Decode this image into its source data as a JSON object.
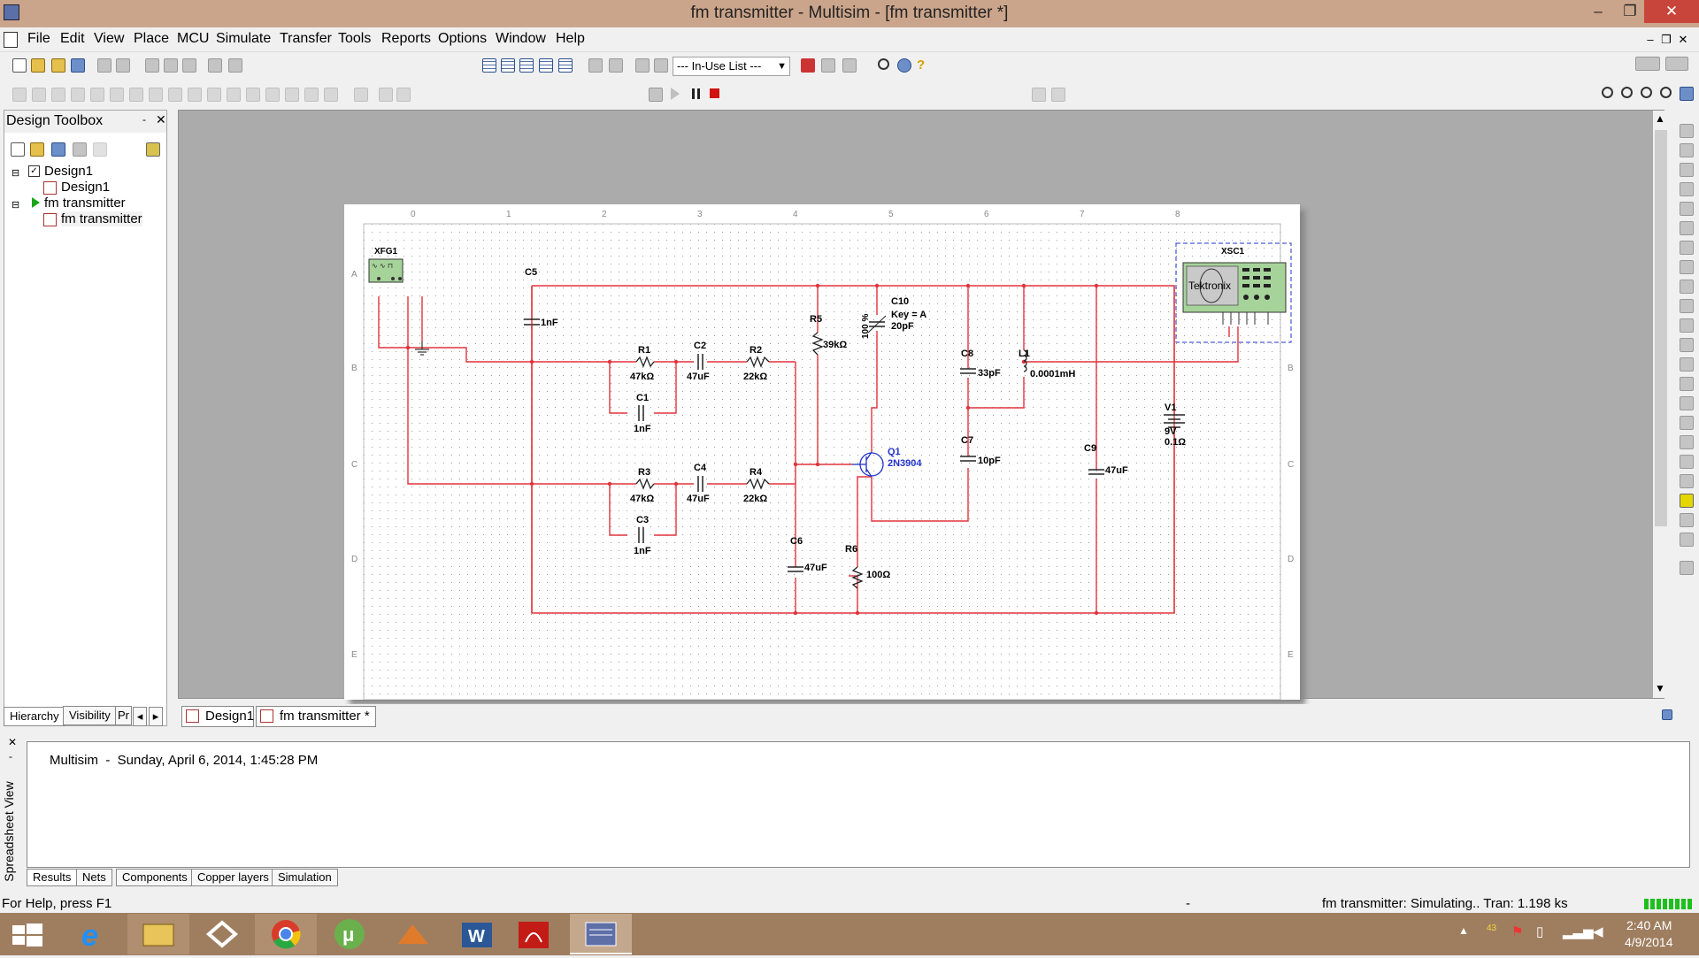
{
  "window": {
    "title": "fm transmitter - Multisim - [fm transmitter *]",
    "min": "–",
    "max": "❐",
    "close": "✕"
  },
  "menu": {
    "items": [
      "File",
      "Edit",
      "View",
      "Place",
      "MCU",
      "Simulate",
      "Transfer",
      "Tools",
      "Reports",
      "Options",
      "Window",
      "Help"
    ]
  },
  "toolbar": {
    "in_use_list": "--- In-Use List ---"
  },
  "design_toolbox": {
    "title": "Design Toolbox",
    "tree": [
      {
        "label": "Design1",
        "level": 0
      },
      {
        "label": "Design1",
        "level": 1
      },
      {
        "label": "fm transmitter",
        "level": 0
      },
      {
        "label": "fm transmitter",
        "level": 1
      }
    ],
    "tabs": [
      "Hierarchy",
      "Visibility",
      "Pr"
    ]
  },
  "sheet_tabs": [
    "Design1",
    "fm transmitter *"
  ],
  "spreadsheet": {
    "side_label": "Spreadsheet View",
    "log": "Multisim  -  Sunday, April 6, 2014, 1:45:28 PM",
    "tabs": [
      "Results",
      "Nets",
      "Components",
      "Copper layers",
      "Simulation"
    ]
  },
  "status": {
    "help": "For Help, press F1",
    "dash": "-",
    "sim": "fm transmitter: Simulating.. Tran: 1.198 ks"
  },
  "taskbar": {
    "time": "2:40 AM",
    "date": "4/9/2014",
    "badge": "43"
  },
  "schematic": {
    "ruler_top": [
      "0",
      "1",
      "2",
      "3",
      "4",
      "5",
      "6",
      "7",
      "8"
    ],
    "ruler_side": [
      "A",
      "B",
      "C",
      "D",
      "E"
    ],
    "labels": {
      "xfg1": "XFG1",
      "xsc1": "XSC1",
      "scope_brand": "Tektronix",
      "c5": "C5",
      "c5v": "1nF",
      "r1": "R1",
      "r1v": "47kΩ",
      "c1": "C1",
      "c1v": "1nF",
      "c2": "C2",
      "c2v": "47uF",
      "r2": "R2",
      "r2v": "22kΩ",
      "r3": "R3",
      "r3v": "47kΩ",
      "c3": "C3",
      "c3v": "1nF",
      "c4": "C4",
      "c4v": "47uF",
      "r4": "R4",
      "r4v": "22kΩ",
      "r5": "R5",
      "r5v": "39kΩ",
      "c10": "C10",
      "c10k": "Key = A",
      "c10v": "20pF",
      "c10p": "100 %",
      "c8": "C8",
      "c8v": "33pF",
      "l1": "L1",
      "l1v": "0.0001mH",
      "q1": "Q1",
      "q1v": "2N3904",
      "c7": "C7",
      "c7v": "10pF",
      "c6": "C6",
      "c6v": "47uF",
      "r6": "R6",
      "r6v": "100Ω",
      "c9": "C9",
      "c9v": "47uF",
      "v1": "V1",
      "v1v": "9V",
      "v1r": "0.1Ω"
    }
  }
}
